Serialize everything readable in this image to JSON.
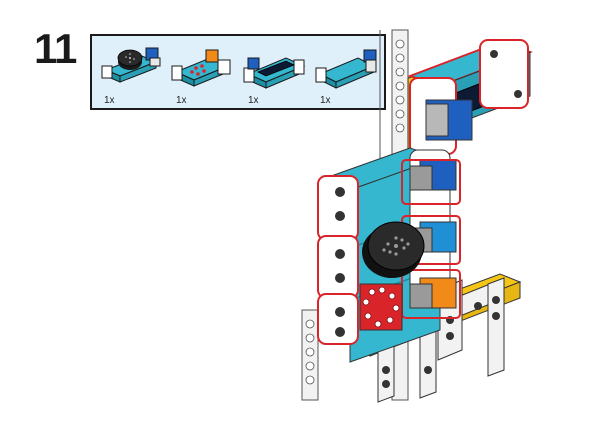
{
  "step": {
    "number": "11"
  },
  "parts": [
    {
      "name": "buzzer-module",
      "quantity": "1x"
    },
    {
      "name": "led-ring-module",
      "quantity": "1x"
    },
    {
      "name": "display-module",
      "quantity": "1x"
    },
    {
      "name": "connector-module",
      "quantity": "1x"
    }
  ],
  "colors": {
    "teal": "#34b7cf",
    "red_outline": "#d9242a",
    "yellow": "#f5c518",
    "blue_port": "#1f5fbf",
    "orange_port": "#f28a1a",
    "gray_port": "#9a9a9a",
    "parts_bg": "#dff0fb"
  }
}
